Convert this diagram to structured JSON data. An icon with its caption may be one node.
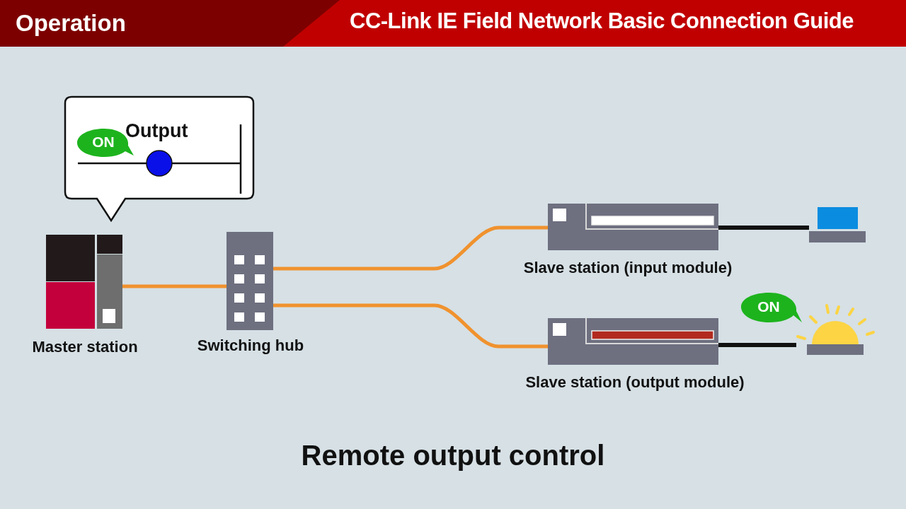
{
  "diagram": {
    "title": "CC-Link IE Field Network Basic Connection Guide",
    "caption": "Remote output control",
    "nodes": [
      {
        "text": [
          "Output"
        ]
      },
      {
        "text": [
          "ON"
        ],
        "in": 0
      },
      {
        "text": [
          "Master station"
        ]
      },
      {
        "text": [
          "Switching hub"
        ]
      },
      {
        "text": [
          "Slave station (input module)"
        ]
      },
      {
        "text": [],
        "shape": "computer"
      },
      {
        "text": [
          "ON"
        ]
      },
      {
        "text": [
          "Slave station (output module)"
        ]
      },
      {
        "text": [],
        "shape": "lamp"
      }
    ],
    "edges": [
      {
        "from": 2,
        "to": 3,
        "arrow": "none"
      },
      {
        "from": 3,
        "to": 4,
        "arrow": "none"
      },
      {
        "from": 3,
        "to": 7,
        "arrow": "none"
      },
      {
        "from": 4,
        "to": 5,
        "arrow": "none",
        "color": "#111111"
      },
      {
        "from": 7,
        "to": 8,
        "arrow": "none",
        "color": "#111111"
      }
    ],
    "labels": [
      "Operation"
    ]
  }
}
